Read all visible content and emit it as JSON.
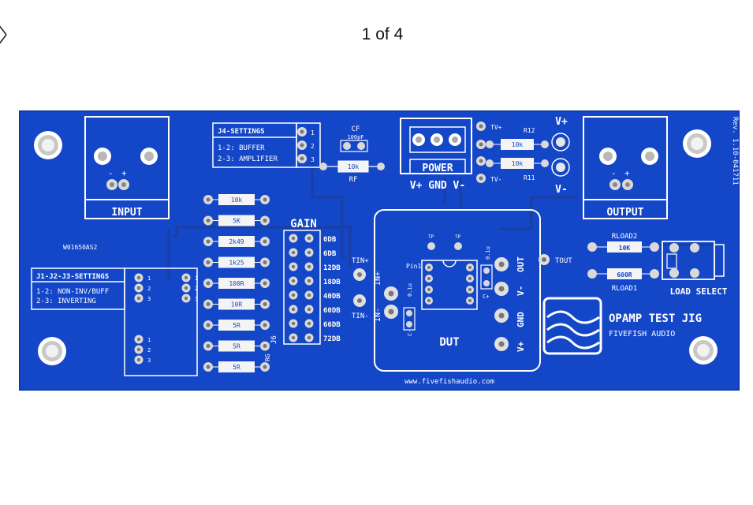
{
  "viewer": {
    "counter": "1 of 4",
    "close_icon": "close-icon"
  },
  "colors": {
    "pcb": "#1446c8",
    "pcb_edge": "#0d35a3",
    "trace": "#1a3fa0",
    "silk": "#ffffff",
    "pad": "#d9d9d9",
    "resistor": "#f4f4f4"
  },
  "board": {
    "rev": "Rev. 1.10-041711",
    "part_no": "W01650AS2",
    "website": "www.fivefishaudio.com",
    "input_label": "INPUT",
    "output_label": "OUTPUT",
    "input_pol": [
      "-",
      "+"
    ],
    "output_pol": [
      "-",
      "+"
    ],
    "j4": {
      "title": "J4-SETTINGS",
      "line1": "1-2: BUFFER",
      "line2": "2-3: AMPLIFIER",
      "pins": [
        "1",
        "2",
        "3"
      ]
    },
    "cf": {
      "name": "CF",
      "value": "100pF"
    },
    "rf": {
      "name": "RF",
      "value": "10k"
    },
    "power": {
      "label": "POWER",
      "rails": "V+ GND V-"
    },
    "tv_plus": "TV+",
    "tv_minus": "TV-",
    "r12": {
      "name": "R12",
      "value": "10k"
    },
    "r11": {
      "name": "R11",
      "value": "10k"
    },
    "v_plus": "V+",
    "v_minus": "V-",
    "gain": {
      "title": "GAIN",
      "levels": [
        "0DB",
        "6DB",
        "12DB",
        "18DB",
        "40DB",
        "60DB",
        "66DB",
        "72DB"
      ],
      "jumper": "J6",
      "rg": "RG"
    },
    "gain_resistors": [
      "10k",
      "5K",
      "2k49",
      "1k25",
      "100R",
      "10R",
      "5R",
      "5R",
      "5R"
    ],
    "j123": {
      "title": "J1-J2-J3-SETTINGS",
      "line1": "1-2: NON-INV/BUFF",
      "line2": "2-3: INVERTING",
      "pins": [
        "1",
        "2",
        "3"
      ]
    },
    "tin_plus": "TIN+",
    "tin_minus": "TIN-",
    "dut": {
      "label": "DUT",
      "in_plus": "IN+",
      "in_minus": "IN-",
      "pin1": "Pin1",
      "tp_left": "TP",
      "tp_right": "TP",
      "cap_top": "0.1u",
      "cap_bottom": "0.1u",
      "c_plus": "C+",
      "c_minus": "C-",
      "out": "OUT",
      "vminus": "V-",
      "gnd": "GND",
      "vplus": "V+"
    },
    "tout": "TOUT",
    "rload2": {
      "name": "RLOAD2",
      "value": "10K"
    },
    "rload1": {
      "name": "RLOAD1",
      "value": "600R"
    },
    "load_select": "LOAD SELECT",
    "brand": {
      "title": "OPAMP TEST JIG",
      "subtitle": "FIVEFISH AUDIO"
    }
  }
}
